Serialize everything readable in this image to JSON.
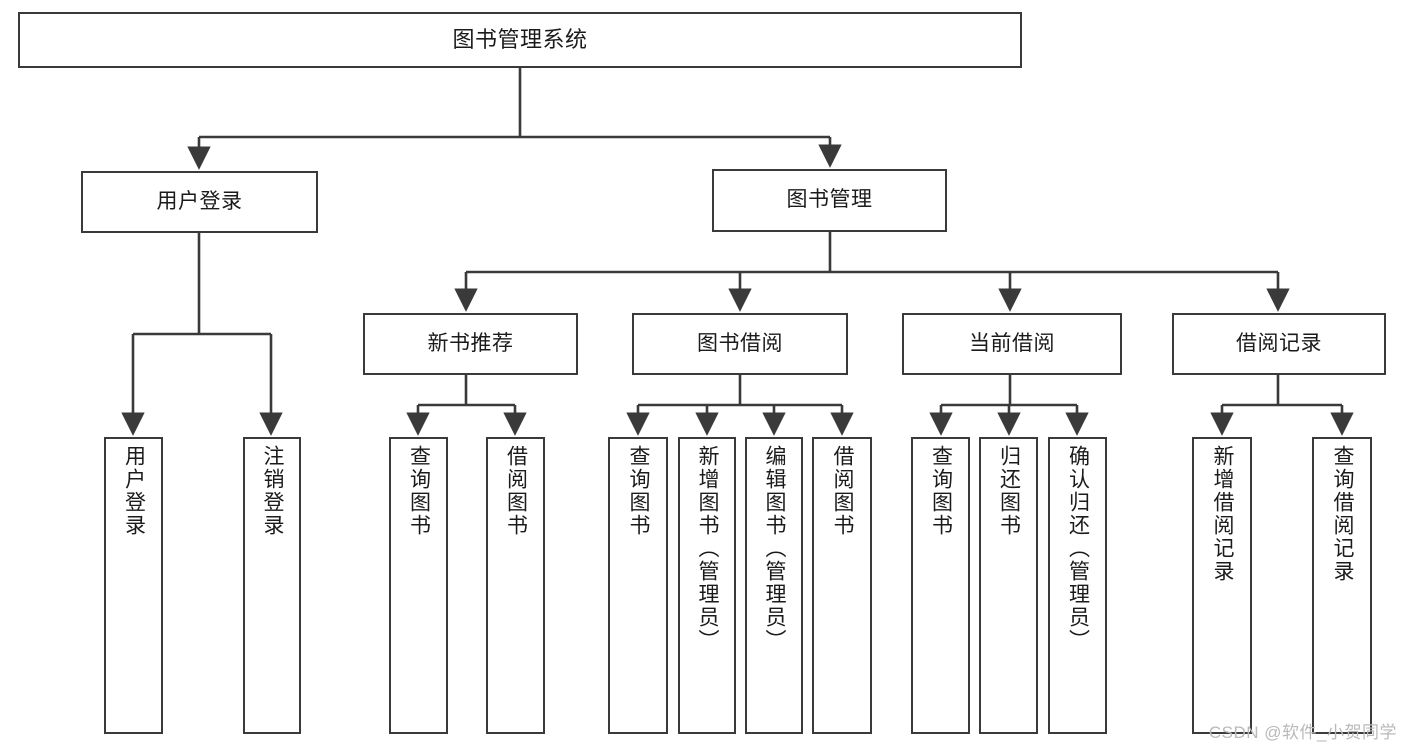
{
  "diagram": {
    "title": "图书管理系统",
    "watermark": "CSDN @软件_小贺同学",
    "line_color": "#3a3a3a",
    "box_fill": "#ffffff",
    "text_color": "#1b1b1b",
    "watermark_color": "#b9b9b9",
    "levels": {
      "root": "图书管理系统",
      "level1": [
        "用户登录",
        "图书管理"
      ],
      "level2": [
        "新书推荐",
        "图书借阅",
        "当前借阅",
        "借阅记录"
      ]
    },
    "nodes": {
      "root": {
        "label": "图书管理系统"
      },
      "user_login": {
        "label": "用户登录"
      },
      "book_manage": {
        "label": "图书管理"
      },
      "new_book_rec": {
        "label": "新书推荐"
      },
      "book_borrow": {
        "label": "图书借阅"
      },
      "current_borrow": {
        "label": "当前借阅"
      },
      "borrow_record": {
        "label": "借阅记录"
      },
      "leaf_user_login": {
        "label": "用户登录"
      },
      "leaf_logout": {
        "label": "注销登录"
      },
      "leaf_query_book_1": {
        "label": "查询图书"
      },
      "leaf_borrow_book_1": {
        "label": "借阅图书"
      },
      "leaf_query_book_2": {
        "label": "查询图书"
      },
      "leaf_add_book_admin": {
        "label": "新增图书（管理员）"
      },
      "leaf_edit_book_admin": {
        "label": "编辑图书（管理员）"
      },
      "leaf_borrow_book_2": {
        "label": "借阅图书"
      },
      "leaf_query_book_3": {
        "label": "查询图书"
      },
      "leaf_return_book": {
        "label": "归还图书"
      },
      "leaf_confirm_return_admin": {
        "label": "确认归还（管理员）"
      },
      "leaf_add_record": {
        "label": "新增借阅记录"
      },
      "leaf_query_record": {
        "label": "查询借阅记录"
      }
    }
  }
}
